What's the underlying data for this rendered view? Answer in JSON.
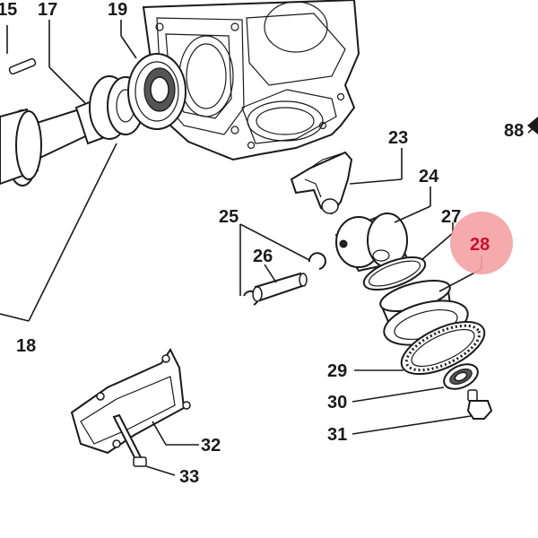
{
  "labels": {
    "l15": "15",
    "l17": "17",
    "l19": "19",
    "l88": "88",
    "l23": "23",
    "l24": "24",
    "l25": "25",
    "l26": "26",
    "l27": "27",
    "l28": "28",
    "l18": "18",
    "l29": "29",
    "l30": "30",
    "l31": "31",
    "l32": "32",
    "l33": "33"
  },
  "highlight": {
    "color": "#f4a1a3",
    "text_color": "#c8102e"
  }
}
